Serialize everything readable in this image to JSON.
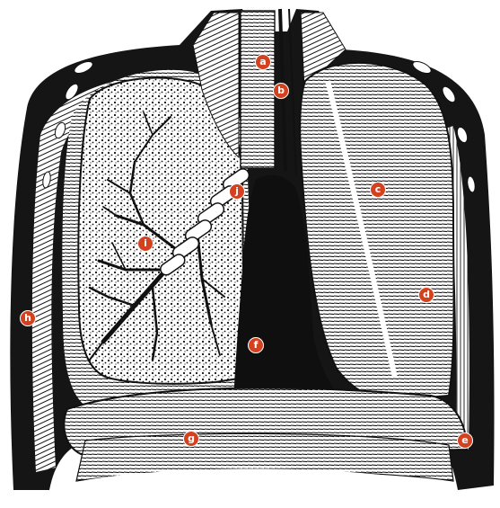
{
  "figure": {
    "colors": {
      "background": "#ffffff",
      "ink": "#111111",
      "shadow": "#1a1a1a",
      "marker_fill": "#d4411f",
      "marker_text": "#ffffff"
    },
    "labels": [
      "a",
      "b",
      "c",
      "d",
      "e",
      "f",
      "g",
      "h",
      "i",
      "j"
    ]
  }
}
